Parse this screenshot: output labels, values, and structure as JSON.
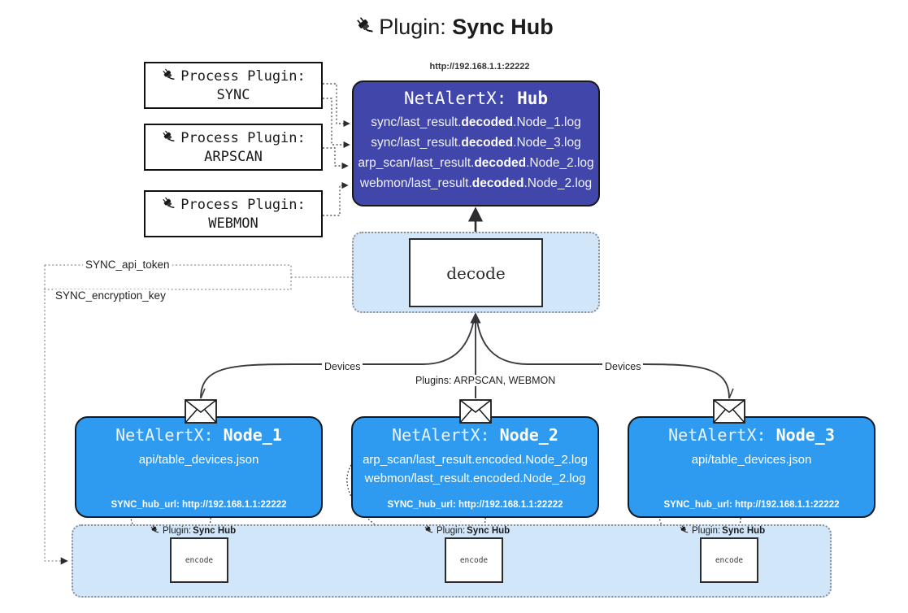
{
  "title": {
    "icon": "plug-icon",
    "prefix": "Plugin:",
    "name": "Sync Hub"
  },
  "process_plugins": [
    {
      "icon": "plug-icon",
      "caption": "Process Plugin:",
      "name": "SYNC"
    },
    {
      "icon": "plug-icon",
      "caption": "Process Plugin:",
      "name": "ARPSCAN"
    },
    {
      "icon": "plug-icon",
      "caption": "Process Plugin:",
      "name": "WEBMON"
    }
  ],
  "hub": {
    "url": "http://192.168.1.1:22222",
    "title_prefix": "NetAlertX:",
    "title_name": "Hub",
    "logs": [
      {
        "pre": "sync/last_result.",
        "em": "decoded",
        "post": ".Node_1.log"
      },
      {
        "pre": "sync/last_result.",
        "em": "decoded",
        "post": ".Node_3.log"
      },
      {
        "pre": "arp_scan/last_result.",
        "em": "decoded",
        "post": ".Node_2.log"
      },
      {
        "pre": "webmon/last_result.",
        "em": "decoded",
        "post": ".Node_2.log"
      }
    ]
  },
  "decode": {
    "label": "decode"
  },
  "secrets": [
    {
      "label": "SYNC_api_token"
    },
    {
      "label": "SYNC_encryption_key"
    }
  ],
  "edges": {
    "devices_left": "Devices",
    "devices_right": "Devices",
    "plugins_center": "Plugins: ARPSCAN, WEBMON"
  },
  "nodes": [
    {
      "title_prefix": "NetAlertX:",
      "title_name": "Node_1",
      "lines": [
        "api/table_devices.json"
      ],
      "footer": "SYNC_hub_url: http://192.168.1.1:22222",
      "envelope_icon": "envelope-icon"
    },
    {
      "title_prefix": "NetAlertX:",
      "title_name": "Node_2",
      "lines": [
        "arp_scan/last_result.encoded.Node_2.log",
        "webmon/last_result.encoded.Node_2.log"
      ],
      "footer": "SYNC_hub_url: http://192.168.1.1:22222",
      "envelope_icon": "envelope-icon"
    },
    {
      "title_prefix": "NetAlertX:",
      "title_name": "Node_3",
      "lines": [
        "api/table_devices.json"
      ],
      "footer": "SYNC_hub_url: http://192.168.1.1:22222",
      "envelope_icon": "envelope-icon"
    }
  ],
  "encoders": [
    {
      "icon": "plug-icon",
      "cap_prefix": "Plugin:",
      "cap_name": "Sync Hub",
      "label": "encode"
    },
    {
      "icon": "plug-icon",
      "cap_prefix": "Plugin:",
      "cap_name": "Sync Hub",
      "label": "encode"
    },
    {
      "icon": "plug-icon",
      "cap_prefix": "Plugin:",
      "cap_name": "Sync Hub",
      "label": "encode"
    }
  ],
  "colors": {
    "hub_fill": "#4146ab",
    "node_fill": "#2f9bf0",
    "container_fill": "#d2e6fa",
    "stroke": "#17171c",
    "dotted": "#8a8f96",
    "page_bg": "#ffffff"
  }
}
